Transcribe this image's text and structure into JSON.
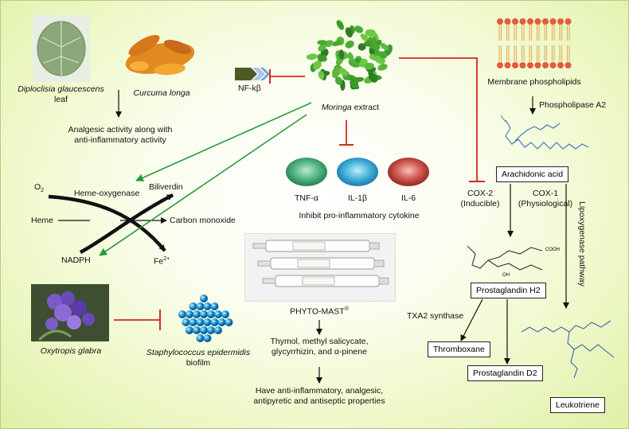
{
  "left": {
    "leaf": {
      "name": "Diploclisia glaucescens",
      "suffix": "leaf"
    },
    "curcuma": {
      "name": "Curcuma longa"
    },
    "analgesic": [
      "Analgesic activity along with",
      "anti-inflammatory activity"
    ],
    "heme": {
      "o2": "O",
      "o2_sub": "2",
      "heme_oxygenase": "Heme-oxygenase",
      "biliverdin": "Biliverdin",
      "heme": "Heme",
      "carbon_monoxide": "Carbon monoxide",
      "nadph": "NADPH",
      "fe": "Fe",
      "fe_sup": "2+"
    },
    "oxytropis": "Oxytropis glabra",
    "staph": {
      "name": "Staphylococcus epidermidis",
      "suffix": "biofilm"
    }
  },
  "center": {
    "nfkb": "NF-kβ",
    "moringa": {
      "name": "Moringa",
      "suffix": " extract"
    },
    "cytokines": [
      "TNF-α",
      "IL-1β",
      "IL-6"
    ],
    "cytokine_caption": "Inhibit pro-inflammatory cytokine",
    "phyto": {
      "name": "PHYTO-MAST",
      "sup": "®"
    },
    "components": [
      "Thymol, methyl salicycate,",
      "glycyrrhizin, and α-pinene"
    ],
    "properties": [
      "Have anti-inflammatory, analgesic,",
      "antipyretic and antiseptic properties"
    ]
  },
  "right": {
    "membrane": "Membrane phospholipids",
    "pla2": "Phospholipase A2",
    "arachidonic": "Arachidonic acid",
    "cox2": [
      "COX-2",
      "(Inducible)"
    ],
    "cox1": [
      "COX-1",
      "(Physiological)"
    ],
    "lipoxygenase": "Lipoxygenase pathway",
    "pgh2": "Prostaglandin H2",
    "txa2": "TXA2 synthase",
    "thromboxane": "Thromboxane",
    "pgd2": "Prostaglandin D2",
    "leukotriene": "Leukotriene",
    "cooh": "COOH",
    "oh": "OH"
  },
  "colors": {
    "inhibit": "#d42a1e",
    "activate": "#2a9a3a",
    "arrow": "#111111"
  }
}
